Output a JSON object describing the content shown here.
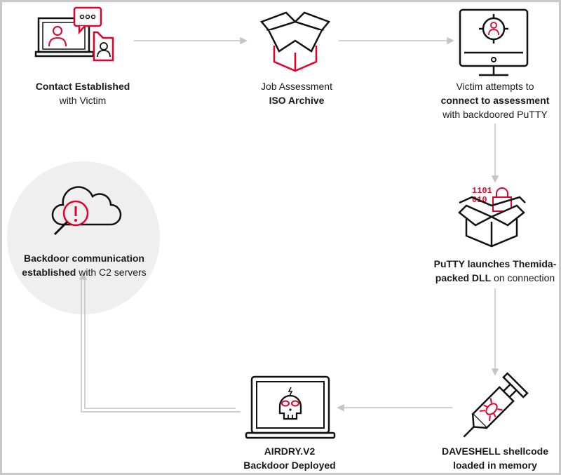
{
  "colors": {
    "accent": "#e4002b",
    "stroke": "#111111",
    "arrow": "#c4c4c4",
    "highlight_bg": "#efefef"
  },
  "steps": [
    {
      "icons": [
        "laptop-icon",
        "chat-bubble-icon",
        "user-icon"
      ],
      "line1": [
        {
          "text": "Contact Established",
          "bold": true
        }
      ],
      "line2": [
        {
          "text": "with Victim",
          "bold": false
        }
      ]
    },
    {
      "icons": [
        "open-box-icon"
      ],
      "line1": [
        {
          "text": "Job Assessment",
          "bold": false
        }
      ],
      "line2": [
        {
          "text": "ISO Archive",
          "bold": true
        }
      ]
    },
    {
      "icons": [
        "monitor-icon",
        "target-user-icon"
      ],
      "line1": [
        {
          "text": "Victim attempts to",
          "bold": false
        }
      ],
      "line2": [
        {
          "text": "connect to assessment",
          "bold": true
        }
      ],
      "line3": [
        {
          "text": "with backdoored PuTTY",
          "bold": false
        }
      ]
    },
    {
      "icons": [
        "packed-box-icon",
        "binary-icon",
        "lock-icon"
      ],
      "line1": [
        {
          "text": "PuTTY launches Themida-",
          "bold": true
        }
      ],
      "line2": [
        {
          "text": "packed DLL",
          "bold": true
        },
        {
          "text": " on connection",
          "bold": false
        }
      ]
    },
    {
      "icons": [
        "syringe-icon",
        "bug-icon"
      ],
      "line1": [
        {
          "text": "DAVESHELL shellcode",
          "bold": true
        }
      ],
      "line2": [
        {
          "text": "loaded in memory",
          "bold": true
        }
      ]
    },
    {
      "icons": [
        "laptop-icon",
        "skull-icon"
      ],
      "line1": [
        {
          "text": "AIRDRY.V2",
          "bold": true
        }
      ],
      "line2": [
        {
          "text": "Backdoor Deployed",
          "bold": true
        }
      ]
    },
    {
      "icons": [
        "cloud-icon",
        "magnifier-alert-icon"
      ],
      "line1": [
        {
          "text": "Backdoor communication",
          "bold": true
        }
      ],
      "line2": [
        {
          "text": "established",
          "bold": true
        },
        {
          "text": " with C2 servers",
          "bold": false
        }
      ]
    }
  ]
}
